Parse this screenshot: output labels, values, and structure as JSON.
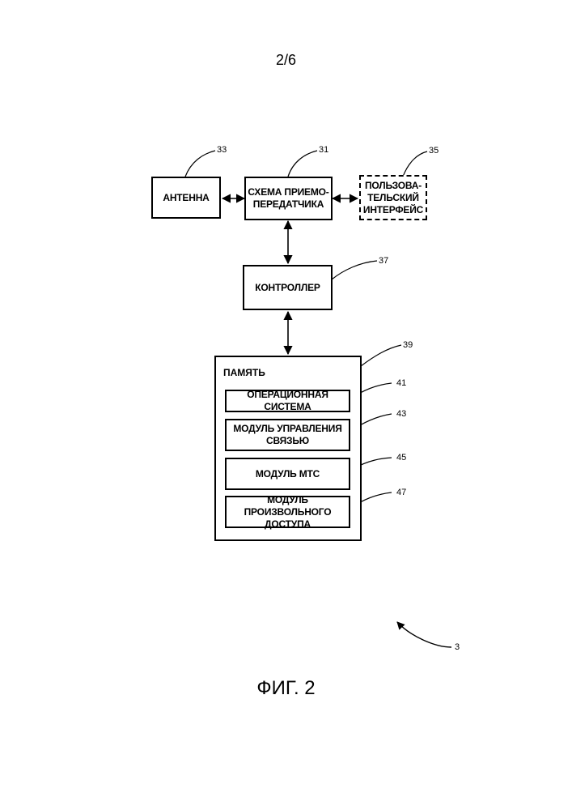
{
  "page_number": "2/6",
  "figure_caption": "ФИГ. 2",
  "blocks": {
    "antenna": {
      "line1": "АНТЕННА",
      "ref": "33"
    },
    "transceiver": {
      "line1": "СХЕМА ПРИЕМО-",
      "line2": "ПЕРЕДАТЧИКА",
      "ref": "31"
    },
    "user_interface": {
      "line1": "ПОЛЬЗОВА-",
      "line2": "ТЕЛЬСКИЙ",
      "line3": "ИНТЕРФЕЙС",
      "ref": "35",
      "style": "dashed"
    },
    "controller": {
      "line1": "КОНТРОЛЛЕР",
      "ref": "37"
    },
    "memory": {
      "title": "ПАМЯТЬ",
      "ref": "39",
      "modules": [
        {
          "line1": "ОПЕРАЦИОННАЯ СИСТЕМА",
          "line2": "",
          "ref": "41"
        },
        {
          "line1": "МОДУЛЬ УПРАВЛЕНИЯ",
          "line2": "СВЯЗЬЮ",
          "ref": "43"
        },
        {
          "line1": "МОДУЛЬ МТС",
          "line2": "",
          "ref": "45"
        },
        {
          "line1": "МОДУЛЬ ПРОИЗВОЛЬНОГО",
          "line2": "ДОСТУПА",
          "ref": "47"
        }
      ]
    }
  },
  "device_ref": "3",
  "connections": [
    {
      "from": "antenna",
      "to": "transceiver",
      "arrows": "both"
    },
    {
      "from": "transceiver",
      "to": "user_interface",
      "arrows": "both"
    },
    {
      "from": "transceiver",
      "to": "controller",
      "arrows": "both"
    },
    {
      "from": "controller",
      "to": "memory",
      "arrows": "both"
    }
  ],
  "colors": {
    "line": "#000000",
    "background": "#ffffff"
  }
}
